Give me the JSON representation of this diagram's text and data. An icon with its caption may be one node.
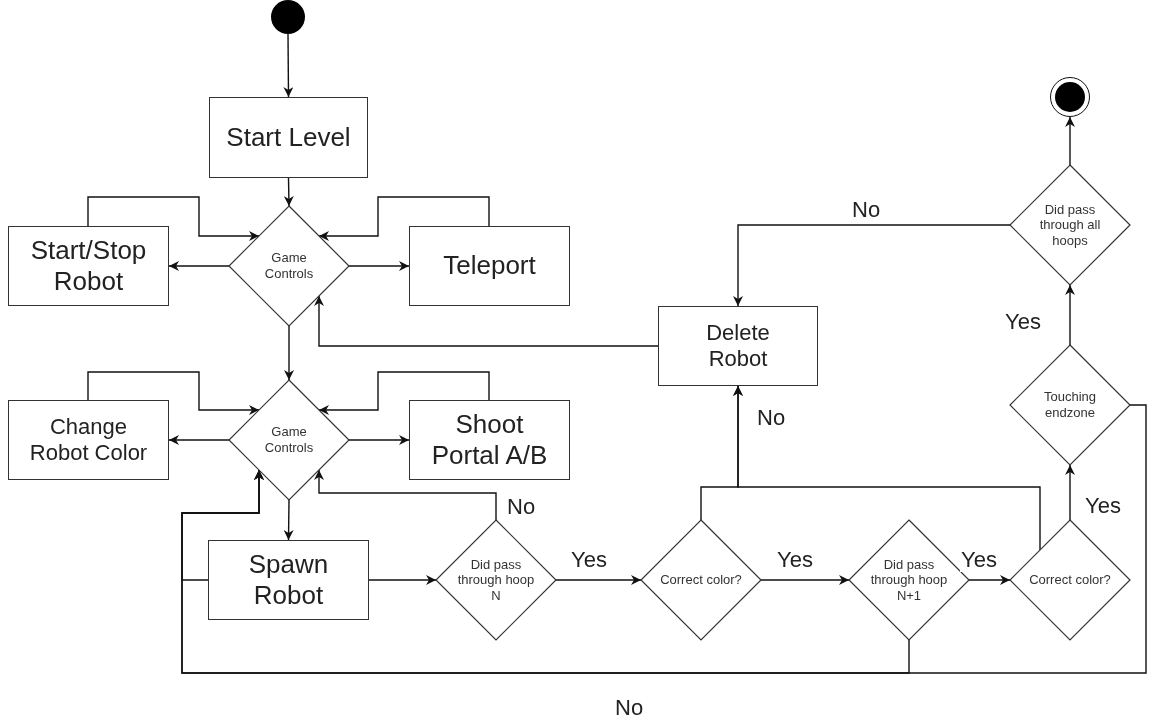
{
  "diagram": {
    "nodes": [
      {
        "text": [],
        "shape": "circle"
      },
      {
        "text": [
          "Start Level"
        ]
      },
      {
        "text": [
          "Game Controls"
        ]
      },
      {
        "text": [
          "Start/Stop Robot"
        ]
      },
      {
        "text": [
          "Teleport"
        ]
      },
      {
        "text": [
          "Game Controls"
        ]
      },
      {
        "text": [
          "Change Robot Color"
        ]
      },
      {
        "text": [
          "Shoot Portal A/B"
        ]
      },
      {
        "text": [
          "Spawn Robot"
        ]
      },
      {
        "text": [
          "Did pass through hoop N"
        ]
      },
      {
        "text": [
          "Correct color?"
        ]
      },
      {
        "text": [
          "Did pass through hoop N+1"
        ]
      },
      {
        "text": [
          "Correct color?"
        ]
      },
      {
        "text": [
          "Delete Robot"
        ]
      },
      {
        "text": [
          "Touching endzone"
        ]
      },
      {
        "text": [
          "Did pass through all hoops"
        ]
      },
      {
        "text": [],
        "shape": "circle"
      }
    ],
    "edges": [
      {
        "from": 0,
        "to": 1,
        "arrow": "to"
      },
      {
        "from": 1,
        "to": 2,
        "arrow": "to"
      },
      {
        "from": 2,
        "to": 3,
        "arrow": "to"
      },
      {
        "from": 3,
        "to": 2,
        "arrow": "to"
      },
      {
        "from": 2,
        "to": 4,
        "arrow": "to"
      },
      {
        "from": 4,
        "to": 2,
        "arrow": "to"
      },
      {
        "from": 2,
        "to": 5,
        "arrow": "to"
      },
      {
        "from": 5,
        "to": 6,
        "arrow": "to"
      },
      {
        "from": 6,
        "to": 5,
        "arrow": "to"
      },
      {
        "from": 5,
        "to": 7,
        "arrow": "to"
      },
      {
        "from": 7,
        "to": 5,
        "arrow": "to"
      },
      {
        "from": 5,
        "to": 8,
        "arrow": "to"
      },
      {
        "from": 8,
        "to": 9,
        "arrow": "to"
      },
      {
        "from": 8,
        "to": 5,
        "arrow": "to"
      },
      {
        "from": 9,
        "to": 5,
        "arrow": "to",
        "label": "No"
      },
      {
        "from": 9,
        "to": 10,
        "arrow": "to",
        "label": "Yes"
      },
      {
        "from": 10,
        "to": 11,
        "arrow": "to",
        "label": "Yes"
      },
      {
        "from": 11,
        "to": 12,
        "arrow": "to",
        "label": "Yes"
      },
      {
        "from": 10,
        "to": 13,
        "arrow": "to",
        "label": "No"
      },
      {
        "from": 12,
        "to": 13,
        "arrow": "to"
      },
      {
        "from": 12,
        "to": 14,
        "arrow": "to",
        "label": "Yes"
      },
      {
        "from": 14,
        "to": 15,
        "arrow": "to",
        "label": "Yes"
      },
      {
        "from": 15,
        "to": 16,
        "arrow": "to"
      },
      {
        "from": 15,
        "to": 13,
        "arrow": "to",
        "label": "No"
      },
      {
        "from": 13,
        "to": 2,
        "arrow": "to"
      },
      {
        "from": 11,
        "to": 5,
        "arrow": "to",
        "label": "No"
      },
      {
        "from": 14,
        "to": 5,
        "arrow": "to"
      }
    ]
  }
}
